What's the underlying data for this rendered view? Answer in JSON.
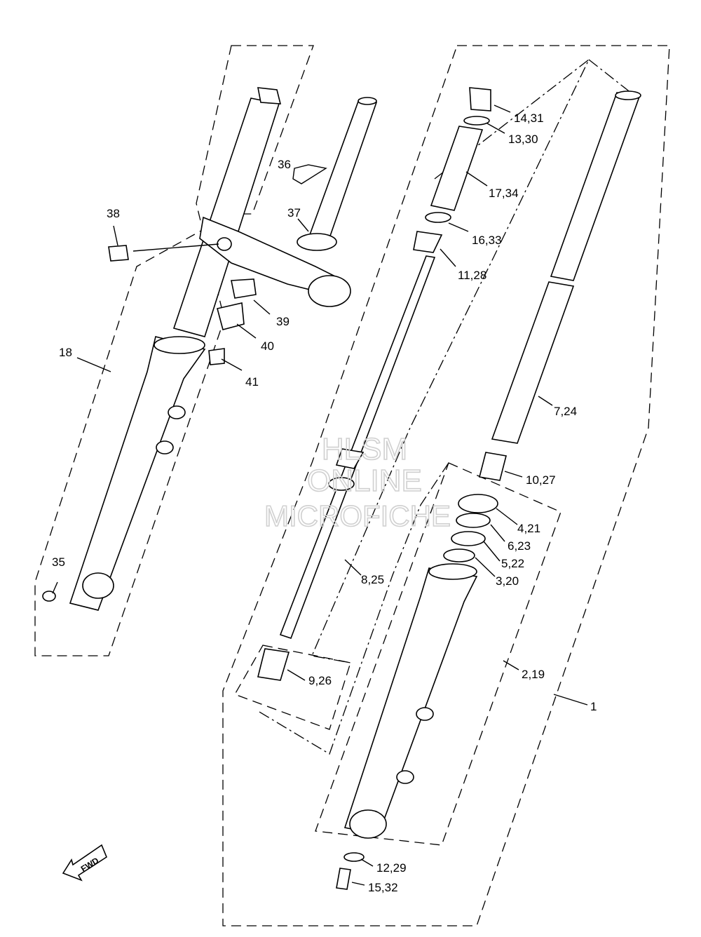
{
  "labels": {
    "l1": "1",
    "l2_19": "2,19",
    "l3_20": "3,20",
    "l4_21": "4,21",
    "l5_22": "5,22",
    "l6_23": "6,23",
    "l7_24": "7,24",
    "l8_25": "8,25",
    "l9_26": "9,26",
    "l10_27": "10,27",
    "l11_28": "11,28",
    "l12_29": "12,29",
    "l13_30": "13,30",
    "l14_31": "14,31",
    "l15_32": "15,32",
    "l16_33": "16,33",
    "l17_34": "17,34",
    "l18": "18",
    "l35": "35",
    "l36": "36",
    "l37": "37",
    "l38": "38",
    "l39": "39",
    "l40": "40",
    "l41": "41"
  },
  "watermark": {
    "line1": "HLSM",
    "line2": "ONLINE",
    "line3": "MICROFICHE"
  },
  "fwd_badge": "FWD"
}
